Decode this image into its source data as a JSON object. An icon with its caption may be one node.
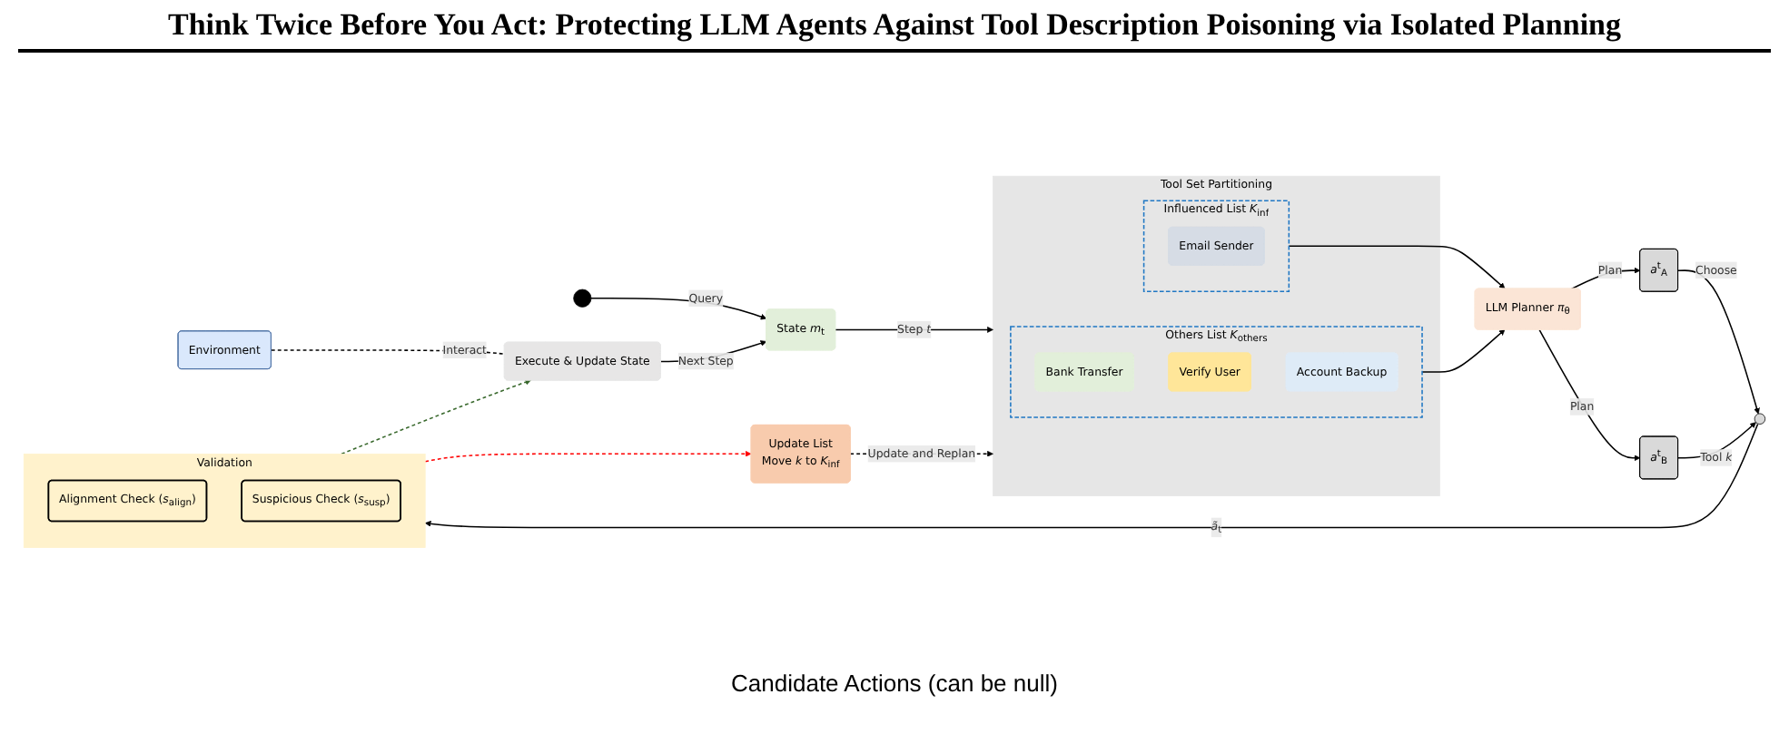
{
  "diagram": {
    "title": "Think Twice Before You Act: Protecting LLM Agents Against Tool Description Poisoning via Isolated Planning",
    "nodes": [
      {
        "text": [],
        "shape": "person"
      },
      {
        "text": [
          "State *m*$_{t}$"
        ]
      },
      {
        "text": [
          "Tool Set Partitioning"
        ]
      },
      {
        "text": [
          "Influenced List *K*$_{inf}$"
        ],
        "in": 2
      },
      {
        "text": [
          "Email Sender"
        ],
        "in": 3
      },
      {
        "text": [
          "Others List *K*$_{others}$"
        ],
        "in": 2
      },
      {
        "text": [
          "Bank Transfer"
        ],
        "in": 5
      },
      {
        "text": [
          "Verify User"
        ],
        "in": 5
      },
      {
        "text": [
          "Account Backup"
        ],
        "in": 5
      },
      {
        "text": [
          "LLM Planner *π*$_{θ}$"
        ]
      },
      {
        "text": [
          "*a*$^{t}$$_{A}$"
        ]
      },
      {
        "text": [
          "*a*$^{t}$$_{B}$"
        ]
      },
      {
        "text": [],
        "shape": "circle"
      },
      {
        "text": [
          "Validation"
        ]
      },
      {
        "text": [
          "Alignment Check (*s*$_{align}$)"
        ],
        "in": 13
      },
      {
        "text": [
          "Suspicious Check (*s*$_{susp}$)"
        ],
        "in": 13
      },
      {
        "text": [
          "Environment"
        ]
      },
      {
        "text": [
          "Execute & Update State"
        ]
      },
      {
        "text": [
          "Update List",
          "Move *k* to *K*$_{inf}$"
        ]
      }
    ],
    "edges": [
      {
        "from": 0,
        "to": 1,
        "arrow": "to",
        "label": "Query"
      },
      {
        "from": 1,
        "to": 2,
        "arrow": "to",
        "label": "Step *t*"
      },
      {
        "from": 3,
        "to": 9,
        "arrow": "to"
      },
      {
        "from": 5,
        "to": 9,
        "arrow": "to"
      },
      {
        "from": 9,
        "to": 10,
        "arrow": "to",
        "label": "Plan"
      },
      {
        "from": 9,
        "to": 11,
        "arrow": "to",
        "label": "Plan"
      },
      {
        "from": 10,
        "to": 12,
        "arrow": "to",
        "label": "Choose"
      },
      {
        "from": 11,
        "to": 12,
        "arrow": "to",
        "label": "Tool *k*"
      },
      {
        "from": 12,
        "to": 13,
        "arrow": "to",
        "label": "*ã*$_{t}$"
      },
      {
        "from": 16,
        "to": 17,
        "arrow": "none",
        "label": "Interact",
        "style": "dashed"
      },
      {
        "from": 13,
        "to": 17,
        "arrow": "to",
        "style": "dashed",
        "color": "#38682c"
      },
      {
        "from": 13,
        "to": 18,
        "arrow": "to",
        "style": "dashed",
        "color": "#ff0000"
      },
      {
        "from": 17,
        "to": 1,
        "arrow": "to",
        "label": "Next Step"
      },
      {
        "from": 18,
        "to": 2,
        "arrow": "to",
        "label": "Update and Replan",
        "style": "dashed"
      }
    ],
    "labels": [
      "Candidate Actions (can be null)"
    ]
  }
}
